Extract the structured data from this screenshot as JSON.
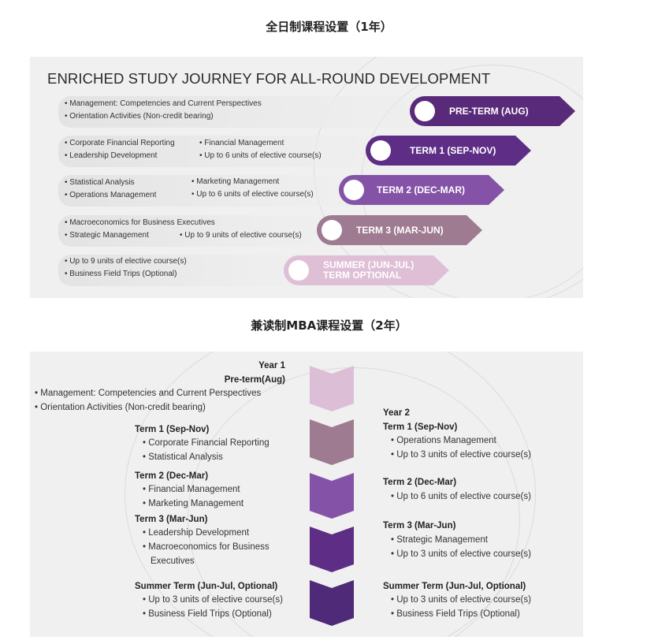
{
  "fulltime_heading": "全日制课程设置（1年）",
  "parttime_heading": "兼读制MBA课程设置（2年）",
  "journey": {
    "title": "ENRICHED STUDY JOURNEY FOR ALL-ROUND DEVELOPMENT",
    "rows": [
      {
        "col1": [
          "Management: Competencies and Current Perspectives",
          "Orientation Activities (Non-credit bearing)"
        ],
        "col2": [],
        "term": "PRE-TERM (AUG)",
        "term2": "",
        "color": "#5a2a7a"
      },
      {
        "col1": [
          "Corporate Financial Reporting",
          "Leadership Development"
        ],
        "col2": [
          "Financial Management",
          "Up to 6 units of elective course(s)"
        ],
        "term": "TERM 1 (SEP-NOV)",
        "term2": "",
        "color": "#5e2e86"
      },
      {
        "col1": [
          "Statistical Analysis",
          "Operations Management"
        ],
        "col2": [
          "Marketing Management",
          "Up to 6 units of elective course(s)"
        ],
        "term": "TERM 2 (DEC-MAR)",
        "term2": "",
        "color": "#8452a6"
      },
      {
        "col1": [
          "Macroeconomics for Business Executives",
          "Strategic Management"
        ],
        "col2": [
          "Up to 9 units of elective course(s)"
        ],
        "term": "TERM 3 (MAR-JUN)",
        "term2": "",
        "color": "#9e7b90"
      },
      {
        "col1": [
          "Up to 9 units of elective course(s)",
          "Business Field Trips (Optional)"
        ],
        "col2": [],
        "term": "SUMMER (JUN-JUL)",
        "term2": "TERM OPTIONAL",
        "color": "#dfbfd6"
      }
    ]
  },
  "parttime": {
    "year1_label": "Year 1",
    "preterm_label": "Pre-term(Aug)",
    "preterm_items": [
      "Management: Competencies and Current Perspectives",
      "Orientation Activities (Non-credit bearing)"
    ],
    "left_terms": [
      {
        "label": "Term 1 (Sep-Nov)",
        "items": [
          "Corporate Financial Reporting",
          "Statistical Analysis"
        ]
      },
      {
        "label": "Term 2 (Dec-Mar)",
        "items": [
          "Financial Management",
          "Marketing Management"
        ]
      },
      {
        "label": "Term 3 (Mar-Jun)",
        "items": [
          "Leadership Development",
          "Macroeconomics for Business",
          "Executives"
        ]
      },
      {
        "label": "Summer Term (Jun-Jul, Optional)",
        "items": [
          "Up to 3 units of elective course(s)",
          "Business Field Trips (Optional)"
        ]
      }
    ],
    "year2_label": "Year 2",
    "right_terms": [
      {
        "label": "Term 1 (Sep-Nov)",
        "items": [
          "Operations Management",
          "Up to 3 units of elective course(s)"
        ]
      },
      {
        "label": "Term 2 (Dec-Mar)",
        "items": [
          "Up to 6 units of elective course(s)"
        ]
      },
      {
        "label": "Term 3 (Mar-Jun)",
        "items": [
          "Strategic Management",
          "Up to 3 units of elective course(s)"
        ]
      },
      {
        "label": "Summer Term (Jun-Jul, Optional)",
        "items": [
          "Up to 3 units of elective course(s)",
          "Business Field Trips (Optional)"
        ]
      }
    ],
    "chevron_colors": [
      "#dcbfd7",
      "#9e7b90",
      "#8452a6",
      "#5e2e86",
      "#4f2a78"
    ]
  }
}
